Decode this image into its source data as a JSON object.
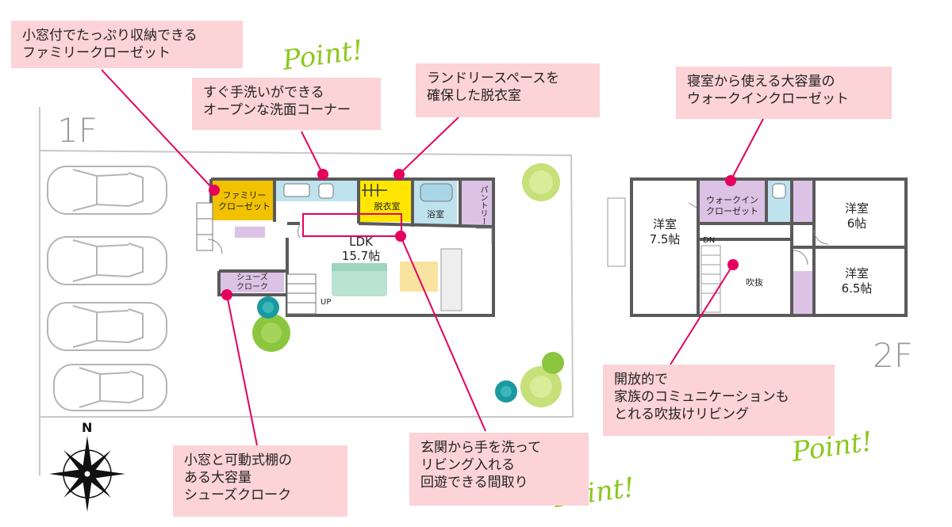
{
  "floors": {
    "first": "1F",
    "second": "2F"
  },
  "compass": {
    "north": "N"
  },
  "callouts": [
    {
      "lines": [
        "小窓付でたっぷり収納できる",
        "ファミリークローゼット"
      ]
    },
    {
      "lines": [
        "すぐ手洗いができる",
        "オープンな洗面コーナー"
      ]
    },
    {
      "lines": [
        "ランドリースペースを",
        "確保した脱衣室"
      ]
    },
    {
      "lines": [
        "寝室から使える大容量の",
        "ウォークインクローゼット"
      ]
    },
    {
      "lines": [
        "開放的で",
        "家族のコミュニケーションも",
        "とれる吹抜けリビング"
      ]
    },
    {
      "lines": [
        "玄関から手を洗って",
        "リビング入れる",
        "回遊できる間取り"
      ]
    },
    {
      "lines": [
        "小窓と可動式棚の",
        "ある大容量",
        "シューズクローク"
      ]
    }
  ],
  "point_marks": [
    "Point!",
    "Point!",
    "Point!"
  ],
  "rooms_1f": {
    "family_closet": [
      "ファミリー",
      "クローゼット"
    ],
    "datsuishitsu": "脱衣室",
    "yokushitsu": "浴室",
    "pantry": "パントリー",
    "ldk": [
      "LDK",
      "15.7帖"
    ],
    "shoes_cloak": [
      "シューズ",
      "クローク"
    ],
    "up": "UP"
  },
  "rooms_2f": {
    "youshitsu_a": [
      "洋室",
      "7.5帖"
    ],
    "walkin": [
      "ウォークイン",
      "クローゼット"
    ],
    "youshitsu_b": [
      "洋室",
      "6帖"
    ],
    "youshitsu_c": [
      "洋室",
      "6.5帖"
    ],
    "fukinuke": "吹抜",
    "dn": "DN"
  },
  "colors": {
    "callout_bg": "#fcd3d6",
    "leader": "#e6005e",
    "wall": "#5a5a5a",
    "closet_yellow": "#f2c200",
    "wet_yellow": "#ffe600",
    "storage_purple": "#dcc3e6",
    "bath_blue": "#bfe3ee",
    "point_green": "#8cc81e"
  }
}
